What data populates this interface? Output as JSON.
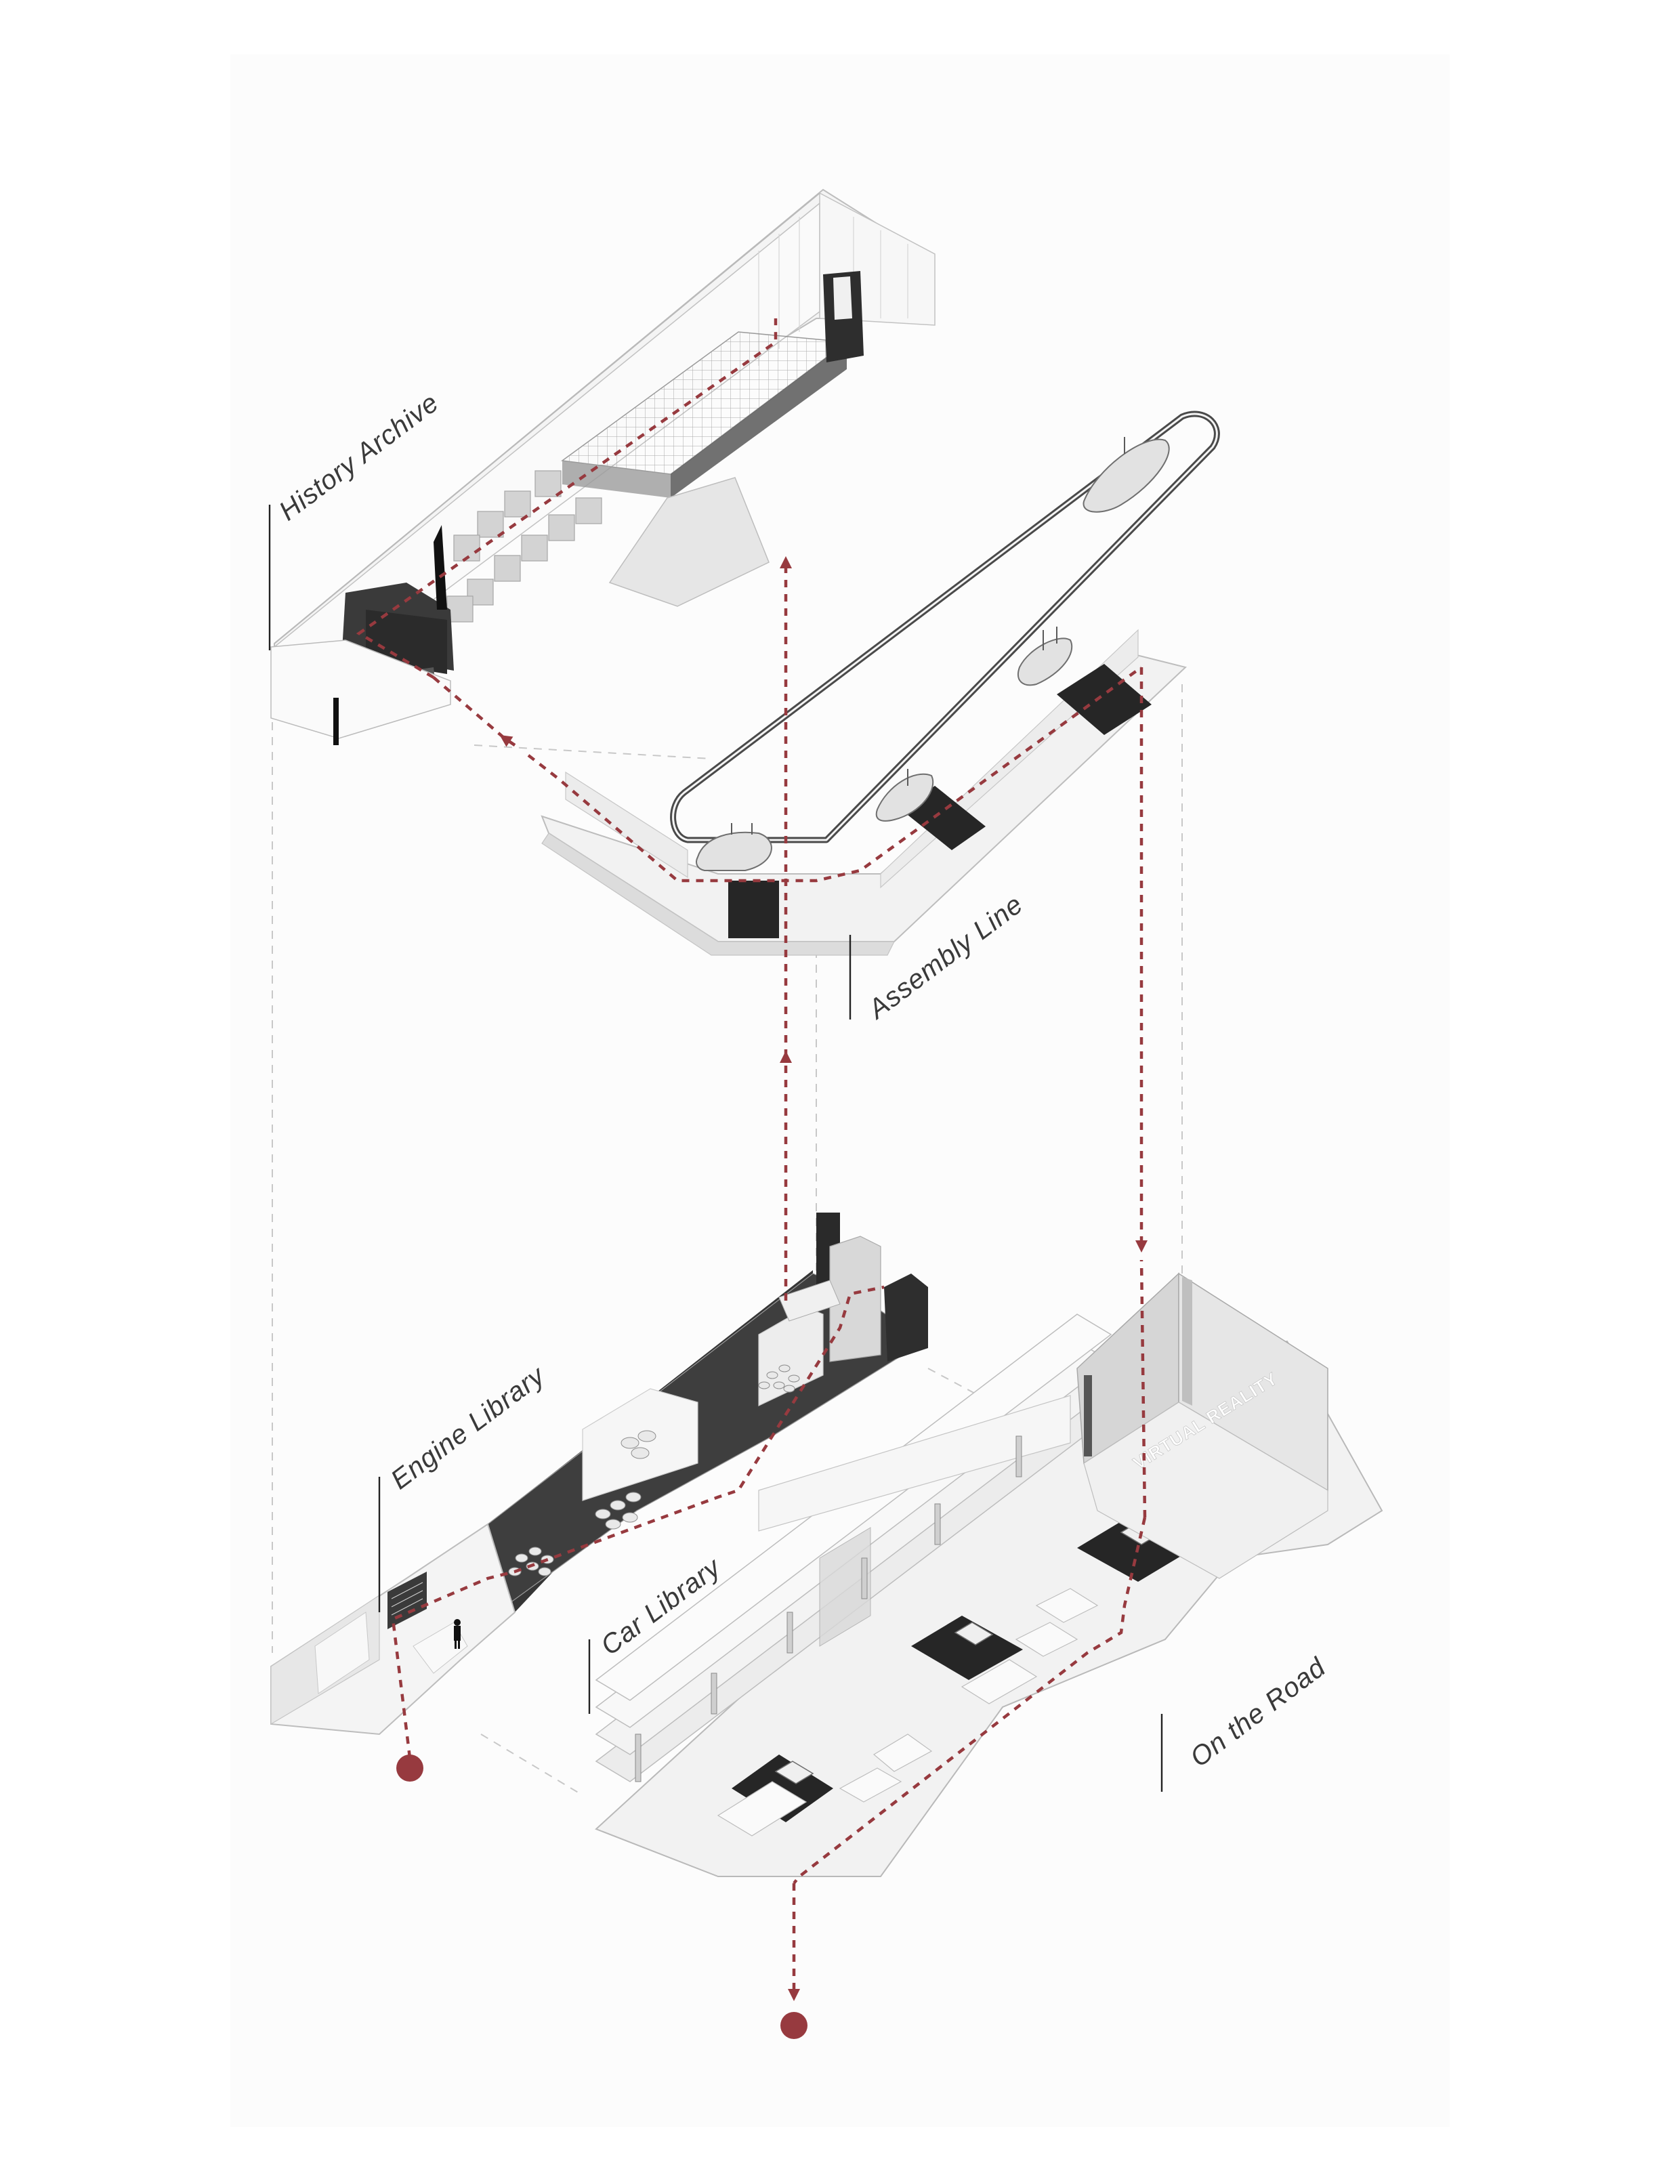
{
  "diagram": {
    "labels": {
      "history_archive": "History Archive",
      "assembly_line": "Assembly Line",
      "engine_library": "Engine Library",
      "car_library": "Car Library",
      "on_the_road": "On the Road",
      "floor_graphic": "VIRTUAL REALITY"
    },
    "colors": {
      "route": "#973a3f",
      "floor_light": "#f1f1f1",
      "floor_mid": "#dcdcdc",
      "wall_dark": "#3b3b3b",
      "outline": "#b9b9b9"
    }
  }
}
